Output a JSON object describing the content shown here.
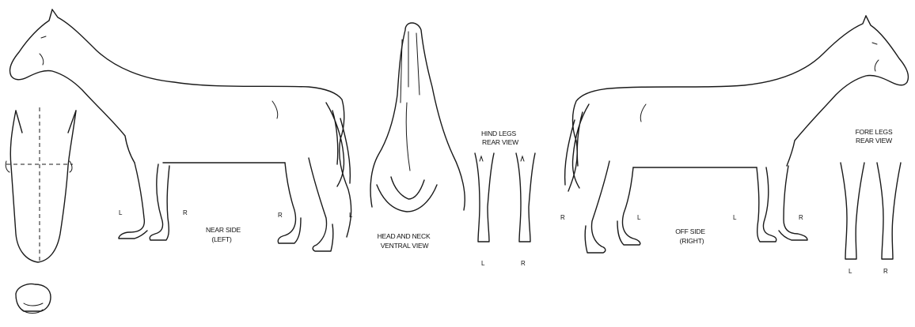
{
  "labels": {
    "near_side": "NEAR SIDE",
    "near_side_sub": "(LEFT)",
    "head_neck": "HEAD AND NECK",
    "head_neck_sub": "VENTRAL VIEW",
    "hind_legs": "HIND LEGS",
    "hind_legs_sub": "REAR VIEW",
    "off_side": "OFF SIDE",
    "off_side_sub": "(RIGHT)",
    "fore_legs": "FORE LEGS",
    "fore_legs_sub": "REAR VIEW"
  },
  "leg_markers": {
    "near_left_fore": "L",
    "near_right_fore": "R",
    "near_right_hind": "R",
    "near_left_hind": "L",
    "off_right_hind": "R",
    "off_left_hind": "L",
    "off_left_fore": "L",
    "off_right_fore": "R",
    "hind_view_left": "L",
    "hind_view_right": "R",
    "fore_view_left": "L",
    "fore_view_right": "R"
  }
}
